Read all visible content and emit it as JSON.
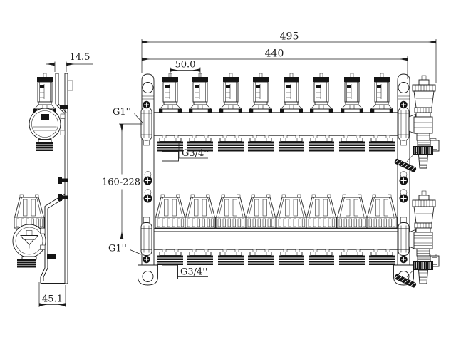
{
  "drawing": {
    "type": "manifold-technical-drawing",
    "circuits": 8,
    "labels": {
      "overall_width": "495",
      "mounting_width": "440",
      "circuit_spacing": "50.0",
      "top_bracket_depth": "14.5",
      "center_distance_range": "160-228",
      "bottom_bracket_depth": "45.1",
      "supply_connection": "G1''",
      "return_connection": "G1''",
      "supply_outlet_thread": "G3/4''",
      "return_outlet_thread": "G3/4''"
    },
    "colors": {
      "line": "#1b1b1b",
      "dark_fill": "#141414",
      "background": "#ffffff"
    }
  }
}
